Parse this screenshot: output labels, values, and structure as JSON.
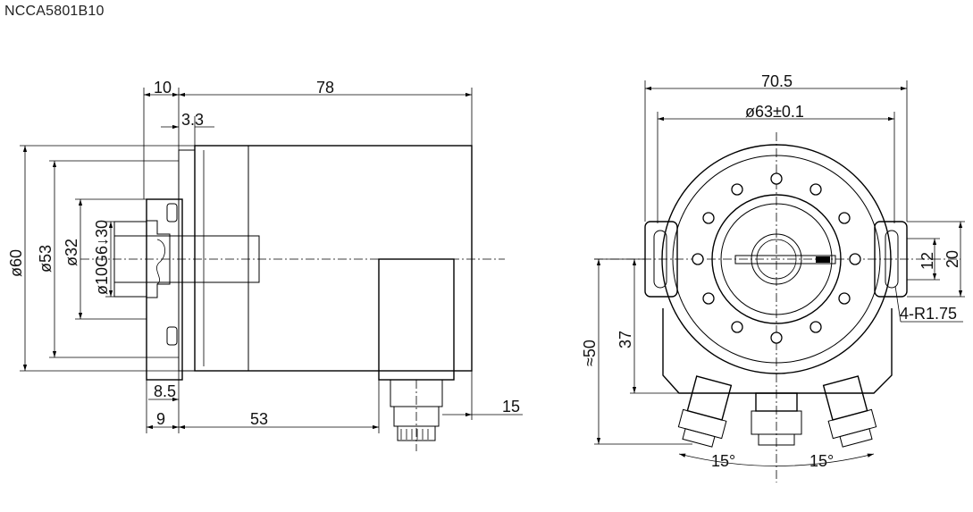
{
  "title": "NCCA5801B10",
  "side_view": {
    "dims": {
      "flange_width": "10",
      "body_length": "78",
      "flange_thickness": "3.3",
      "dia_60": "ø60",
      "dia_53": "ø53",
      "dia_32": "ø32",
      "shaft": "ø10G6↓30",
      "offset_85": "8.5",
      "offset_9": "9",
      "len_53": "53",
      "connector_15": "15"
    }
  },
  "front_view": {
    "dims": {
      "width": "70.5",
      "pcd": "ø63±0.1",
      "slot_12": "12",
      "slot_20": "20",
      "slot_radius": "4-R1.75",
      "height_50": "≈50",
      "height_37": "37",
      "angle_left": "15°",
      "angle_right": "15°"
    }
  }
}
